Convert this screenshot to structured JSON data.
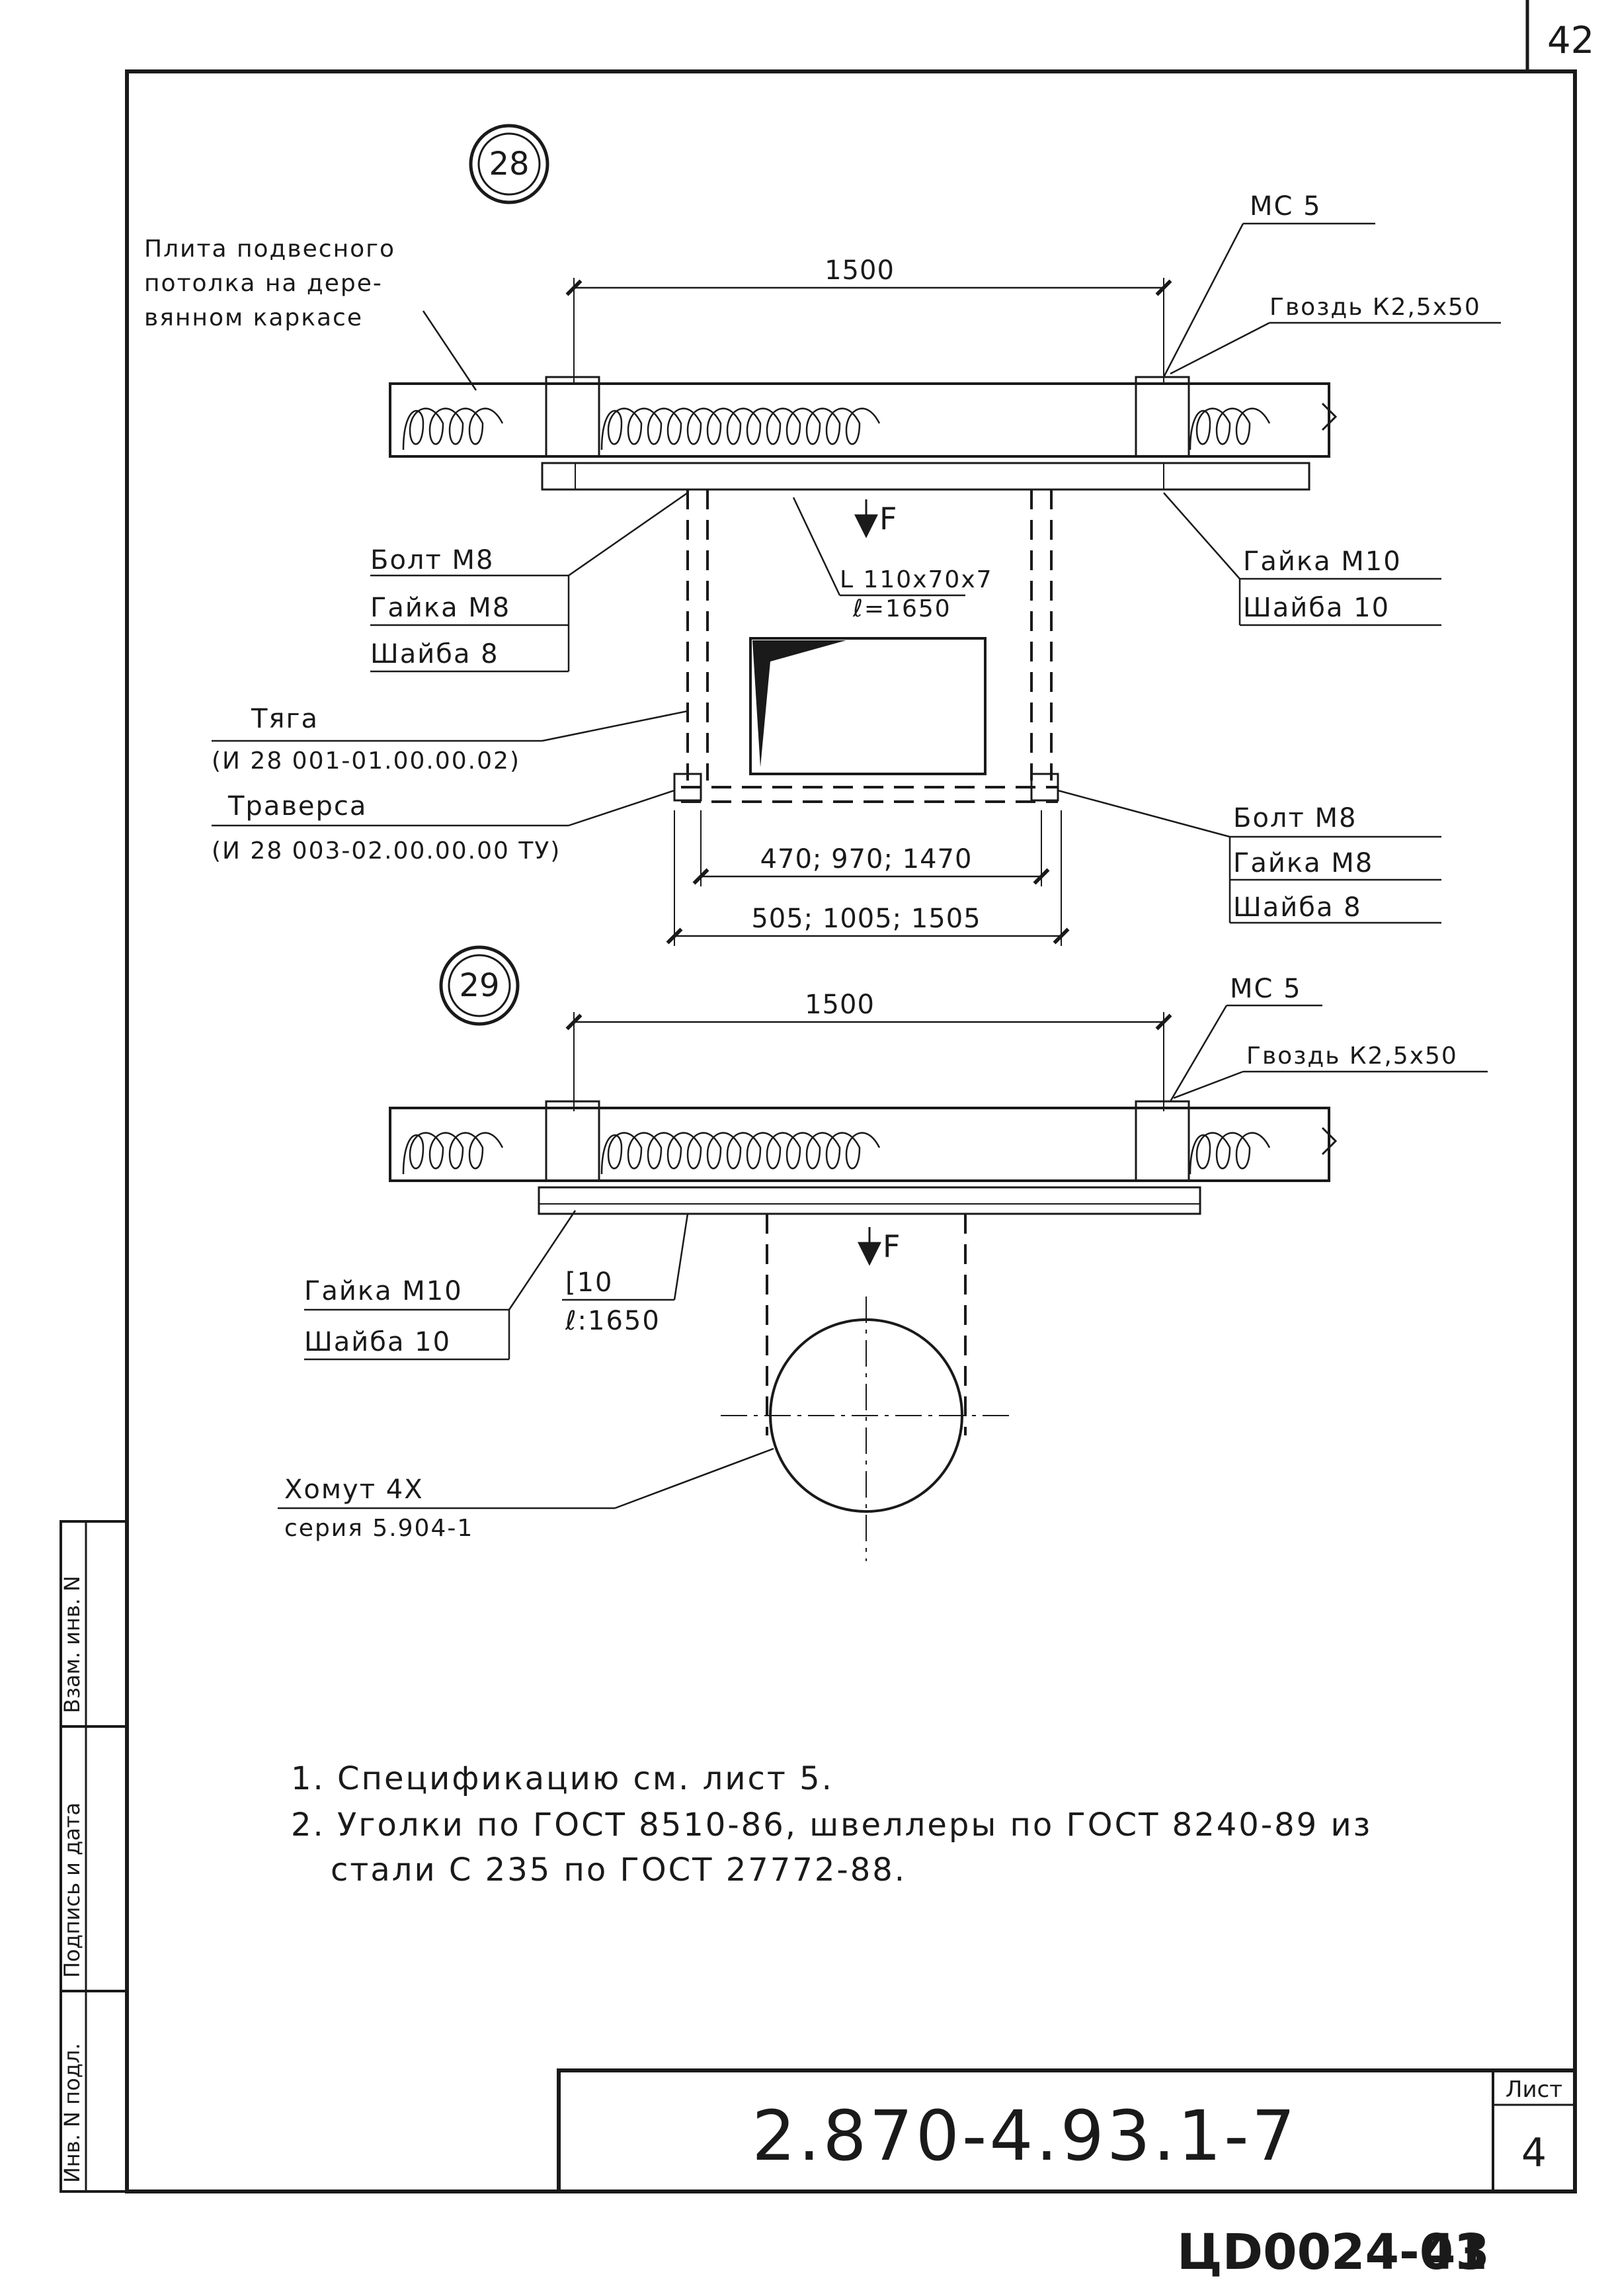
{
  "sheet": {
    "page_number": "42",
    "doc_code": "2.870-4.93.1-7",
    "sheet_label": "Лист",
    "sheet_number": "4",
    "archive_code": "ЦD0024-01",
    "archive_page": "43",
    "stamp_fields": [
      "Инв. N подл.",
      "Подпись и дата",
      "Взам. инв. N"
    ]
  },
  "node28": {
    "marker": "28",
    "ceiling_label": [
      "Плита подвесного",
      "потолка на дере-",
      "вянном каркасе"
    ],
    "dim_top": "1500",
    "mc": "МС 5",
    "nail": "Гвоздь К2,5х50",
    "load": "F",
    "angle": "L 110х70х7",
    "angle_len": "ℓ=1650",
    "left_fasteners": [
      "Болт М8",
      "Гайка М8",
      "Шайба 8"
    ],
    "right_fasteners": [
      "Гайка М10",
      "Шайба 10"
    ],
    "rod_name": "Тяга",
    "rod_code": "(И 28 001-01.00.00.02)",
    "traverse_name": "Траверса",
    "traverse_code": "(И 28 003-02.00.00.00 ТУ)",
    "bottom_fasteners": [
      "Болт М8",
      "Гайка М8",
      "Шайба 8"
    ],
    "dim_inner": "470; 970; 1470",
    "dim_outer": "505; 1005; 1505"
  },
  "node29": {
    "marker": "29",
    "dim_top": "1500",
    "mc": "МС 5",
    "nail": "Гвоздь К2,5х50",
    "load": "F",
    "channel": "[10",
    "channel_len": "ℓ:1650",
    "left_fasteners": [
      "Гайка М10",
      "Шайба 10"
    ],
    "clamp_name": "Хомут 4Х",
    "clamp_series": "серия 5.904-1"
  },
  "notes": [
    "1. Спецификацию см. лист 5.",
    "2. Уголки по ГОСТ 8510-86, швеллеры по ГОСТ 8240-89 из",
    "стали С 235 по ГОСТ 27772-88."
  ]
}
